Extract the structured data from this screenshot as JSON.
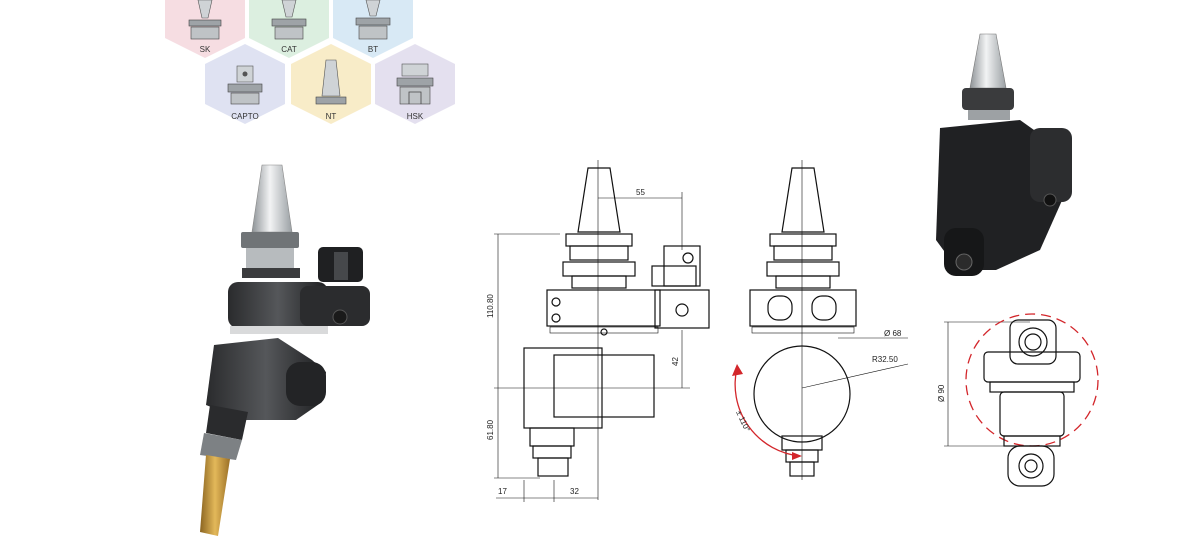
{
  "shank_types": {
    "items": [
      {
        "label": "SK",
        "color": "#f6dde2"
      },
      {
        "label": "CAT",
        "color": "#dcefe0"
      },
      {
        "label": "BT",
        "color": "#d8e9f5"
      },
      {
        "label": "CAPTO",
        "color": "#dfe2f2"
      },
      {
        "label": "NT",
        "color": "#f8ecc8"
      },
      {
        "label": "HSK",
        "color": "#e4e0ef"
      }
    ]
  },
  "drawing": {
    "dim_top": "55",
    "dim_height_upper": "110.80",
    "dim_height_lower": "61.80",
    "dim_offset": "42",
    "dim_bottom_left": "17",
    "dim_bottom_right": "32",
    "dim_diameter": "Ø 68",
    "dim_radius": "R32.50",
    "dim_angle": "± 110°",
    "dim_diameter_side": "Ø 90"
  },
  "colors": {
    "accent_red": "#d3262b",
    "tool_gold": "#c99a3b"
  }
}
